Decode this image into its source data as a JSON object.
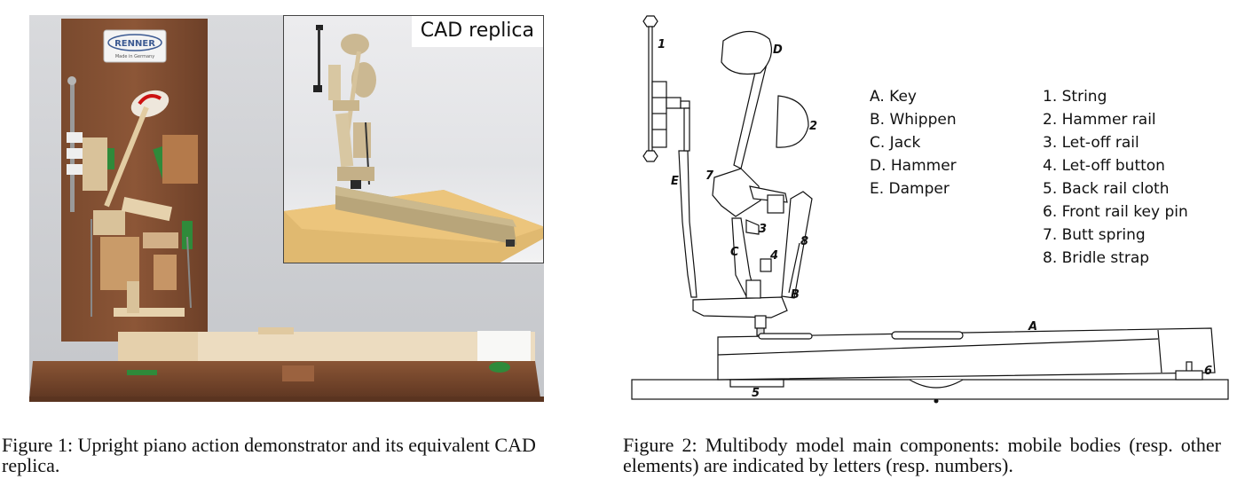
{
  "figure1": {
    "logo_text": "RENNER",
    "logo_subtext": "Made in Germany",
    "inset_label": "CAD replica",
    "caption_prefix": "Figure 1:",
    "caption_text": "Upright piano action demonstrator and its equivalent CAD replica."
  },
  "figure2": {
    "diagram_labels": {
      "l1": "1",
      "l2": "2",
      "l3": "3",
      "l4": "4",
      "l5": "5",
      "l6": "6",
      "l7": "7",
      "l8": "8",
      "A": "A",
      "B": "B",
      "C": "C",
      "D": "D",
      "E": "E"
    },
    "bodies": [
      "A. Key",
      "B. Whippen",
      "C. Jack",
      "D. Hammer",
      "E. Damper"
    ],
    "elements": [
      "1. String",
      "2. Hammer rail",
      "3. Let-off rail",
      "4. Let-off button",
      "5. Back rail cloth",
      "6. Front rail key pin",
      "7. Butt spring",
      "8. Bridle strap"
    ],
    "caption_prefix": "Figure 2:",
    "caption_text": "Multibody model main components: mobile bodies (resp. other elements) are indicated by letters (resp. numbers)."
  }
}
